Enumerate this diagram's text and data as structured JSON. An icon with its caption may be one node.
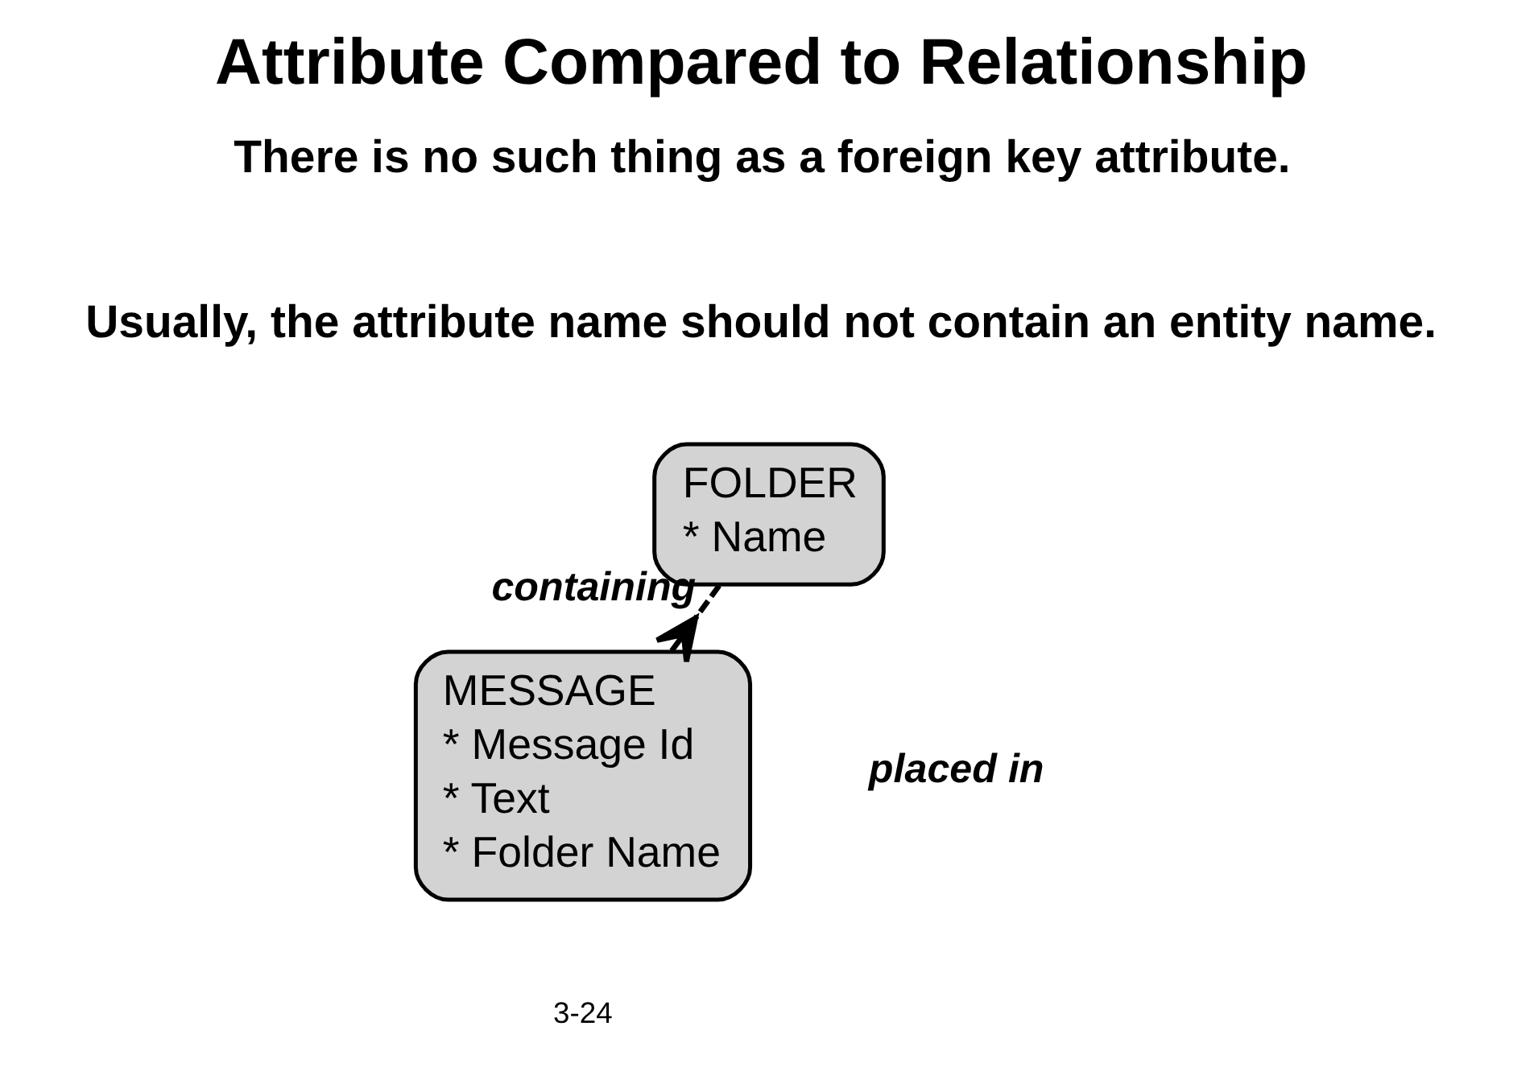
{
  "diagram": {
    "title": "Attribute Compared to Relationship",
    "nodes": [
      {
        "text": [
          "FOLDER",
          "* Name"
        ]
      },
      {
        "text": [
          "MESSAGE",
          "* Message Id",
          "* Text",
          "* Folder Name"
        ]
      }
    ],
    "edges": [
      {
        "from": 0,
        "to": 1,
        "arrow": "other",
        "style": "dashed",
        "label": "containing"
      }
    ],
    "labels": [
      "There is no such thing as a foreign key attribute.",
      "Usually, the attribute name should not contain an entity name.",
      "placed in",
      "3-24"
    ]
  }
}
